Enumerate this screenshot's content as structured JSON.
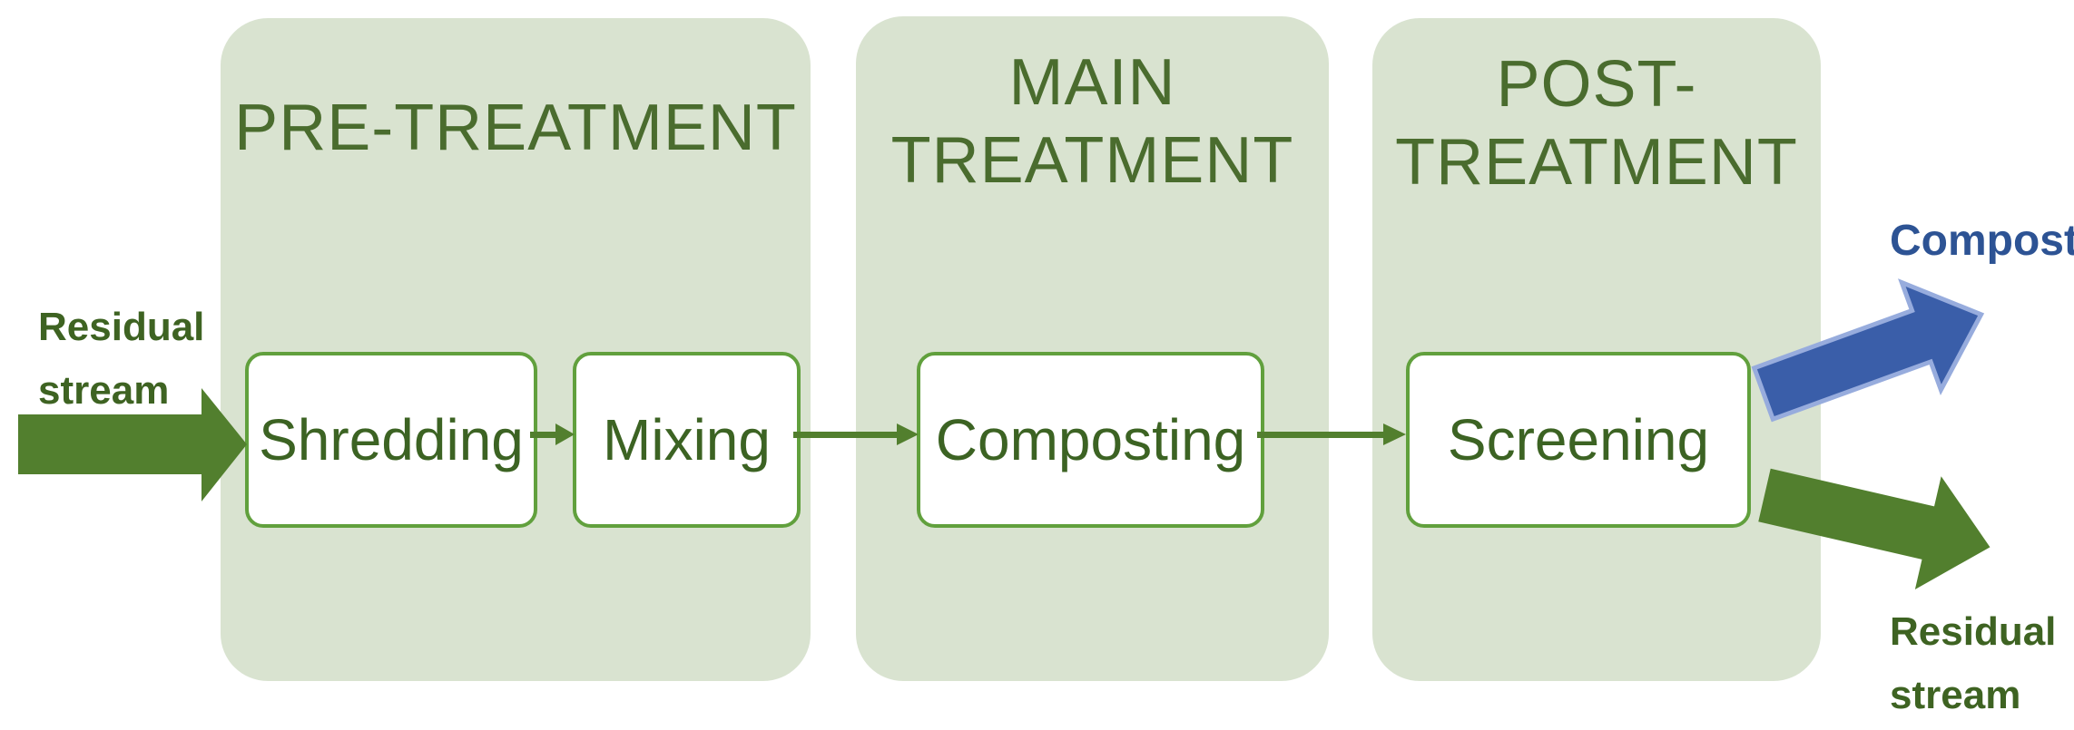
{
  "stages": [
    {
      "title_line1": "PRE-TREATMENT",
      "title_line2": "",
      "steps": [
        {
          "label": "Shredding"
        },
        {
          "label": "Mixing"
        }
      ]
    },
    {
      "title_line1": "MAIN",
      "title_line2": "TREATMENT",
      "steps": [
        {
          "label": "Composting"
        }
      ]
    },
    {
      "title_line1": "POST-",
      "title_line2": "TREATMENT",
      "steps": [
        {
          "label": "Screening"
        }
      ]
    }
  ],
  "input": {
    "label_line1": "Residual",
    "label_line2": "stream"
  },
  "outputs": {
    "compost": {
      "label": "Compost"
    },
    "residual": {
      "label_line1": "Residual",
      "label_line2": "stream"
    }
  },
  "colors": {
    "panel_bg": "#d9e3d0",
    "title_text": "#4a6c2e",
    "box_border": "#61a03d",
    "box_text": "#3c6323",
    "arrow_green": "#527f2e",
    "arrow_blue": "#3a5ea9",
    "arrow_blue_stroke": "#97acdd",
    "compost_text": "#2d5394",
    "label_text": "#3e6322"
  }
}
